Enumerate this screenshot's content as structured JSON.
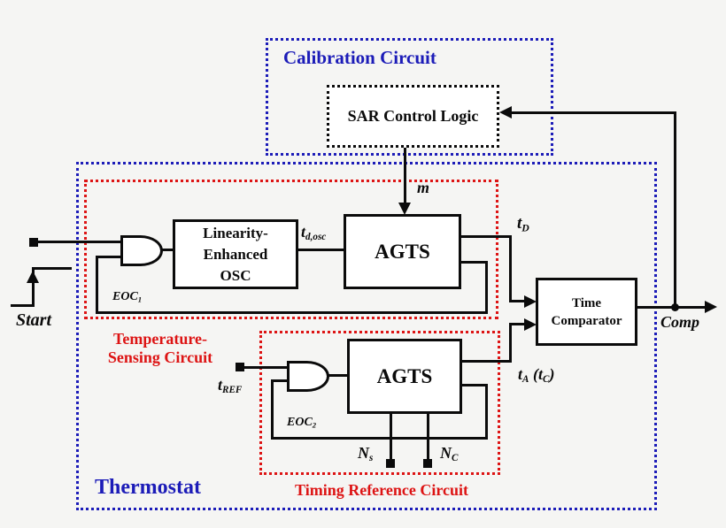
{
  "colors": {
    "blue": "#1c1cb8",
    "red": "#dd1414",
    "line": "#0b0b0b",
    "bg": "#f5f5f3",
    "fill": "#ffffff"
  },
  "calibration": {
    "title": "Calibration Circuit",
    "sar_label": "SAR Control Logic"
  },
  "thermostat_title": "Thermostat",
  "temperature_sensing": {
    "title_line1": "Temperature-",
    "title_line2": "Sensing Circuit",
    "osc_line1": "Linearity-",
    "osc_line2": "Enhanced",
    "osc_line3": "OSC",
    "agts_label": "AGTS",
    "eoc_base": "EOC",
    "eoc_sub": "1",
    "td_osc_base": "t",
    "td_osc_sub": "d,osc"
  },
  "timing_reference": {
    "title": "Timing Reference Circuit",
    "agts_label": "AGTS",
    "eoc_base": "EOC",
    "eoc_sub": "2",
    "ns_base": "N",
    "ns_sub": "s",
    "nc_base": "N",
    "nc_sub": "C",
    "tref_base": "t",
    "tref_sub": "REF"
  },
  "comparator": {
    "line1": "Time",
    "line2": "Comparator"
  },
  "signals": {
    "start": "Start",
    "m": "m",
    "td_base": "t",
    "td_sub": "D",
    "ta_base": "t",
    "ta_sub": "A",
    "tc_open": " (",
    "tc_base": "t",
    "tc_sub": "C",
    "tc_close": ")",
    "comp": "Comp"
  }
}
